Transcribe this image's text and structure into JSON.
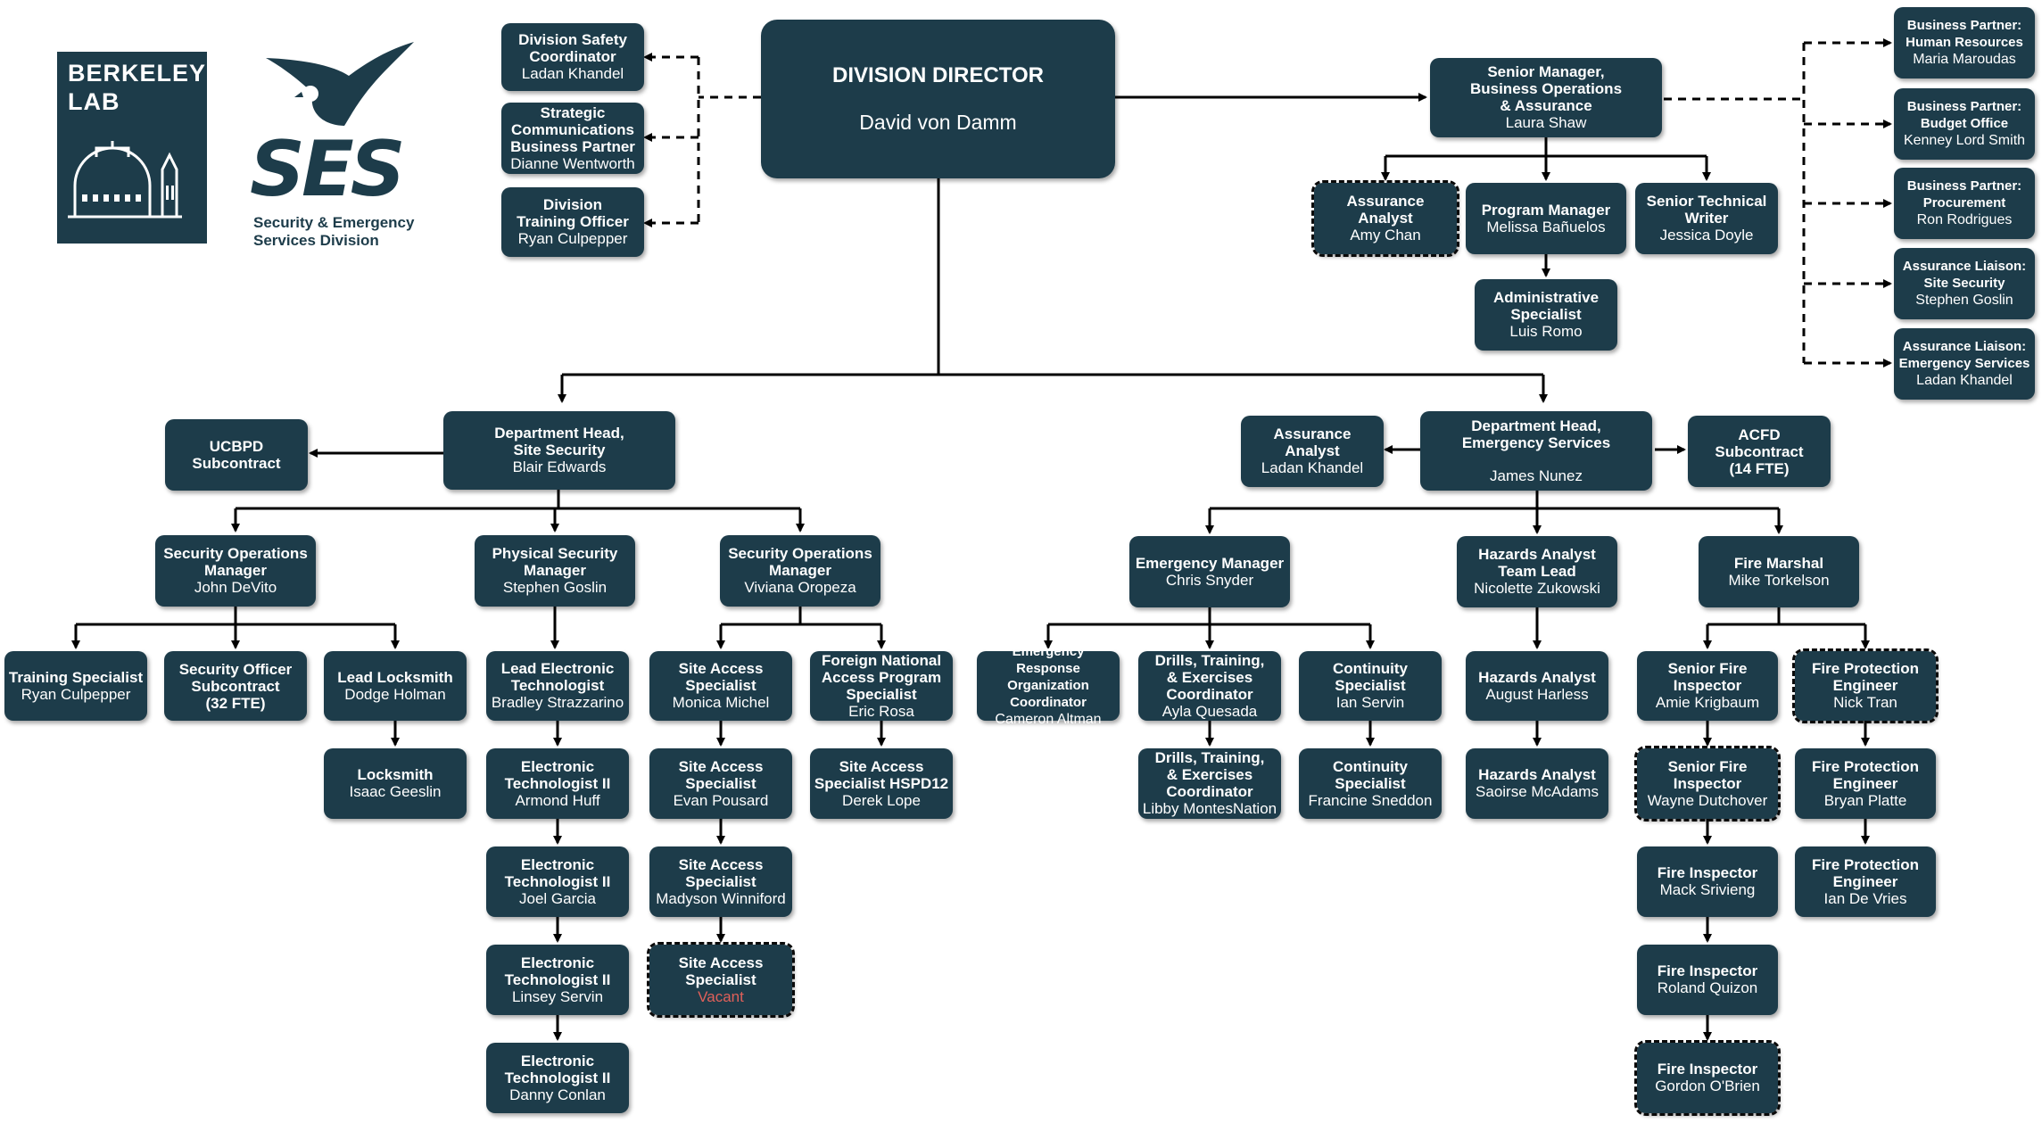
{
  "logos": {
    "berkeley_lab": "BERKELEY\nLAB",
    "ses_word": "SES",
    "ses_subtitle": "Security & Emergency\nServices Division"
  },
  "colors": {
    "box": "#1d3c4a",
    "text": "#ffffff",
    "vacant": "#e0605a",
    "line": "#000000"
  },
  "nodes": {
    "director": {
      "title": "DIVISION DIRECTOR",
      "name": "David von Damm"
    },
    "safety_coord": {
      "title": "Division Safety\nCoordinator",
      "name": "Ladan Khandel"
    },
    "strategic_comms": {
      "title": "Strategic\nCommunications\nBusiness Partner",
      "name": "Dianne Wentworth"
    },
    "training_officer": {
      "title": "Division\nTraining Officer",
      "name": "Ryan Culpepper"
    },
    "senior_mgr": {
      "title": "Senior Manager,\nBusiness Operations\n& Assurance",
      "name": "Laura Shaw"
    },
    "assurance_analyst_top": {
      "title": "Assurance Analyst",
      "name": "Amy Chan"
    },
    "program_mgr": {
      "title": "Program Manager",
      "name": "Melissa Bañuelos"
    },
    "tech_writer": {
      "title": "Senior Technical\nWriter",
      "name": "Jessica Doyle"
    },
    "admin_specialist": {
      "title": "Administrative\nSpecialist",
      "name": "Luis Romo"
    },
    "bp_hr": {
      "title": "Business Partner:\nHuman Resources",
      "name": "Maria Maroudas"
    },
    "bp_budget": {
      "title": "Business Partner:\nBudget Office",
      "name": "Kenney Lord Smith"
    },
    "bp_procurement": {
      "title": "Business Partner:\nProcurement",
      "name": "Ron Rodrigues"
    },
    "liaison_security": {
      "title": "Assurance Liaison:\nSite Security",
      "name": "Stephen Goslin"
    },
    "liaison_emergency": {
      "title": "Assurance Liaison:\nEmergency Services",
      "name": "Ladan Khandel"
    },
    "dh_security": {
      "title": "Department Head,\nSite Security",
      "name": "Blair Edwards"
    },
    "ucbpd": {
      "title": "UCBPD Subcontract",
      "name": ""
    },
    "dh_emergency": {
      "title": "Department Head,\nEmergency Services",
      "name": "James Nunez"
    },
    "assurance_analyst_es": {
      "title": "Assurance Analyst",
      "name": "Ladan Khandel"
    },
    "acfd": {
      "title": "ACFD\nSubcontract\n(14 FTE)",
      "name": ""
    },
    "secops_devito": {
      "title": "Security Operations\nManager",
      "name": "John DeVito"
    },
    "physsec_goslin": {
      "title": "Physical Security\nManager",
      "name": "Stephen Goslin"
    },
    "secops_oropeza": {
      "title": "Security Operations\nManager",
      "name": "Viviana Oropeza"
    },
    "training_specialist": {
      "title": "Training Specialist",
      "name": "Ryan Culpepper"
    },
    "security_officer_sub": {
      "title": "Security Officer\nSubcontract\n(32 FTE)",
      "name": ""
    },
    "lead_locksmith": {
      "title": "Lead Locksmith",
      "name": "Dodge Holman"
    },
    "locksmith": {
      "title": "Locksmith",
      "name": "Isaac Geeslin"
    },
    "lead_electronic": {
      "title": "Lead Electronic\nTechnologist",
      "name": "Bradley Strazzarino"
    },
    "etech_huff": {
      "title": "Electronic\nTechnologist II",
      "name": "Armond Huff"
    },
    "etech_garcia": {
      "title": "Electronic\nTechnologist II",
      "name": "Joel Garcia"
    },
    "etech_servin": {
      "title": "Electronic\nTechnologist II",
      "name": "Linsey Servin"
    },
    "etech_conlan": {
      "title": "Electronic\nTechnologist II",
      "name": "Danny Conlan"
    },
    "sas_michel": {
      "title": "Site Access\nSpecialist",
      "name": "Monica Michel"
    },
    "sas_pousard": {
      "title": "Site Access\nSpecialist",
      "name": "Evan Pousard"
    },
    "sas_winniford": {
      "title": "Site Access\nSpecialist",
      "name": "Madyson Winniford"
    },
    "sas_vacant": {
      "title": "Site Access\nSpecialist",
      "name": "Vacant"
    },
    "foreign_national": {
      "title": "Foreign National\nAccess Program\nSpecialist",
      "name": "Eric Rosa"
    },
    "sas_hspd12": {
      "title": "Site Access\nSpecialist HSPD12",
      "name": "Derek Lope"
    },
    "em_snyder": {
      "title": "Emergency Manager",
      "name": "Chris Snyder"
    },
    "hazards_lead": {
      "title": "Hazards Analyst\nTeam Lead",
      "name": "Nicolette Zukowski"
    },
    "fire_marshal": {
      "title": "Fire Marshal",
      "name": "Mike Torkelson"
    },
    "ero_coord": {
      "title": "Emergency Response\nOrganization\nCoordinator",
      "name": "Cameron Altman"
    },
    "drills_quesada": {
      "title": "Drills, Training,\n& Exercises\nCoordinator",
      "name": "Ayla Quesada"
    },
    "drills_montesnation": {
      "title": "Drills, Training,\n& Exercises\nCoordinator",
      "name": "Libby MontesNation"
    },
    "continuity_servin": {
      "title": "Continuity\nSpecialist",
      "name": "Ian Servin"
    },
    "continuity_sneddon": {
      "title": "Continuity\nSpecialist",
      "name": "Francine Sneddon"
    },
    "hazards_harless": {
      "title": "Hazards Analyst",
      "name": "August Harless"
    },
    "hazards_mcadams": {
      "title": "Hazards Analyst",
      "name": "Saoirse McAdams"
    },
    "sfi_krigbaum": {
      "title": "Senior Fire\nInspector",
      "name": "Amie Krigbaum"
    },
    "sfi_dutchover": {
      "title": "Senior Fire\nInspector",
      "name": "Wayne Dutchover"
    },
    "fi_srivieng": {
      "title": "Fire Inspector",
      "name": "Mack Srivieng"
    },
    "fi_quizon": {
      "title": "Fire Inspector",
      "name": "Roland Quizon"
    },
    "fi_obrien": {
      "title": "Fire Inspector",
      "name": "Gordon O'Brien"
    },
    "fpe_tran": {
      "title": "Fire Protection\nEngineer",
      "name": "Nick Tran"
    },
    "fpe_platte": {
      "title": "Fire Protection\nEngineer",
      "name": "Bryan Platte"
    },
    "fpe_devries": {
      "title": "Fire Protection\nEngineer",
      "name": "Ian De Vries"
    }
  }
}
